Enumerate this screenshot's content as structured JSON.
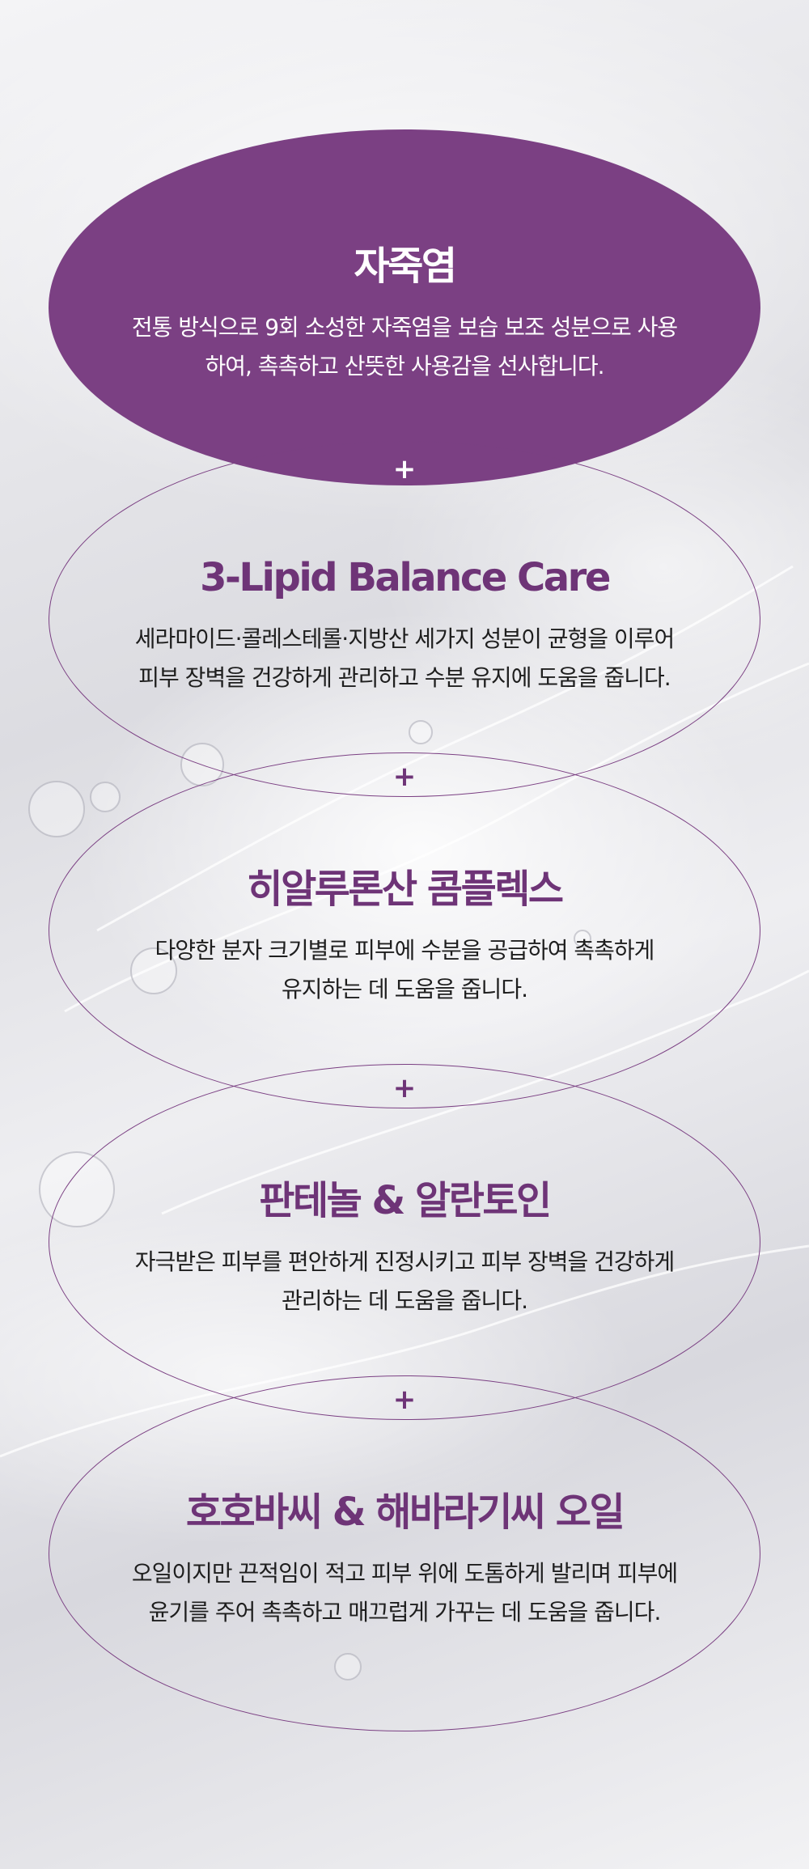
{
  "theme": {
    "accent": "#7b4083",
    "title_color": "#6e3477",
    "text_color": "#1e1e1e"
  },
  "separator_symbol": "+",
  "ingredients": [
    {
      "title": "자죽염",
      "desc_line1": "전통 방식으로 9회 소성한 자죽염을 보습 보조 성분으로 사용",
      "desc_line2": "하여, 촉촉하고 산뜻한 사용감을 선사합니다."
    },
    {
      "title": "3-Lipid Balance Care",
      "desc_line1": "세라마이드·콜레스테롤·지방산 세가지 성분이 균형을 이루어",
      "desc_line2": "피부 장벽을 건강하게 관리하고 수분 유지에 도움을 줍니다."
    },
    {
      "title": "히알루론산 콤플렉스",
      "desc_line1": "다양한 분자 크기별로 피부에 수분을 공급하여 촉촉하게",
      "desc_line2": "유지하는 데 도움을 줍니다."
    },
    {
      "title": "판테놀 & 알란토인",
      "desc_line1": "자극받은 피부를 편안하게 진정시키고 피부 장벽을 건강하게",
      "desc_line2": "관리하는 데 도움을 줍니다."
    },
    {
      "title": "호호바씨 & 해바라기씨 오일",
      "desc_line1": "오일이지만 끈적임이 적고 피부 위에 도톰하게 발리며 피부에",
      "desc_line2": "윤기를 주어 촉촉하고 매끄럽게 가꾸는 데 도움을 줍니다."
    }
  ]
}
